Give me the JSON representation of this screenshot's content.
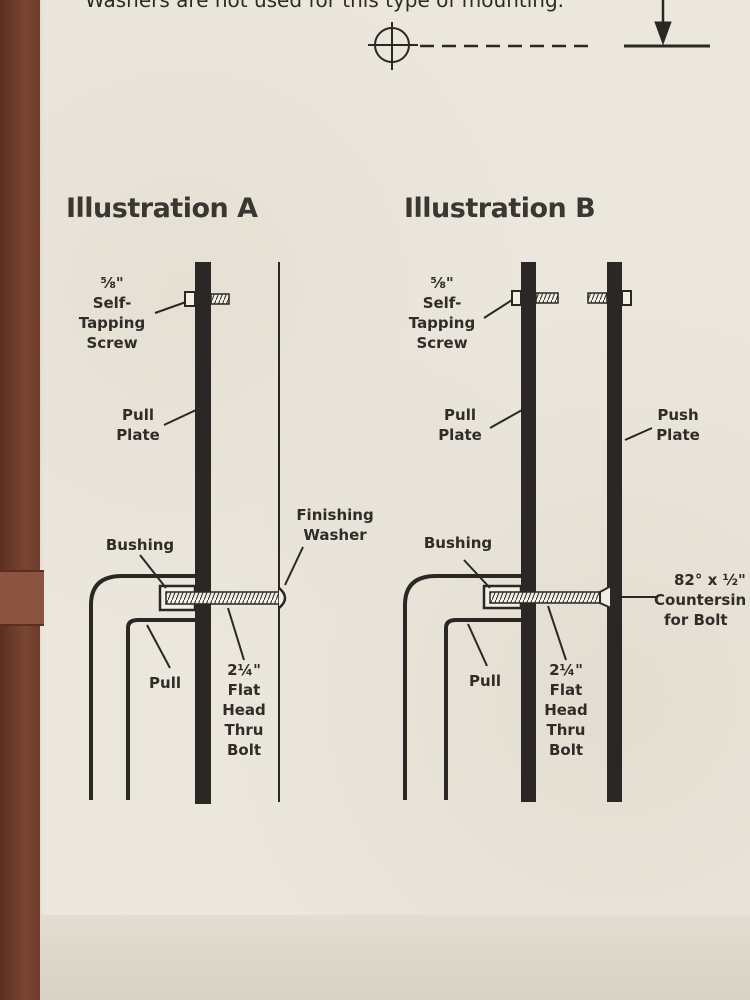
{
  "top_note": "Washers are not used for this type of mounting.",
  "illustration_a": {
    "title": "Illustration A",
    "screw": [
      "⅝\"",
      "Self-",
      "Tapping",
      "Screw"
    ],
    "pull_plate": [
      "Pull",
      "Plate"
    ],
    "finishing_washer": [
      "Finishing",
      "Washer"
    ],
    "bushing": "Bushing",
    "pull": "Pull",
    "bolt": [
      "2¼\"",
      "Flat",
      "Head",
      "Thru",
      "Bolt"
    ]
  },
  "illustration_b": {
    "title": "Illustration B",
    "screw": [
      "⅝\"",
      "Self-",
      "Tapping",
      "Screw"
    ],
    "pull_plate": [
      "Pull",
      "Plate"
    ],
    "push_plate": [
      "Push",
      "Plate"
    ],
    "bushing": "Bushing",
    "countersink": [
      "82° x ½\"",
      "Countersin",
      "for Bolt"
    ],
    "pull": "Pull",
    "bolt": [
      "2¼\"",
      "Flat",
      "Head",
      "Thru",
      "Bolt"
    ]
  }
}
